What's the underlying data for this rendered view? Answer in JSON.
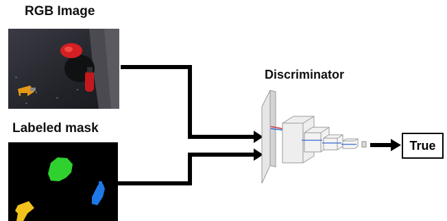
{
  "inputs": {
    "rgb_title": "RGB Image",
    "mask_title": "Labeled mask"
  },
  "network": {
    "title": "Discriminator"
  },
  "output": {
    "label": "True"
  },
  "colors": {
    "arrow": "#000000",
    "mask_green": "#2fd12f",
    "mask_blue": "#1e78e6",
    "mask_yellow": "#f2c21c",
    "layer_fill": "#e9e9e9",
    "layer_stroke": "#9a9a9a"
  }
}
